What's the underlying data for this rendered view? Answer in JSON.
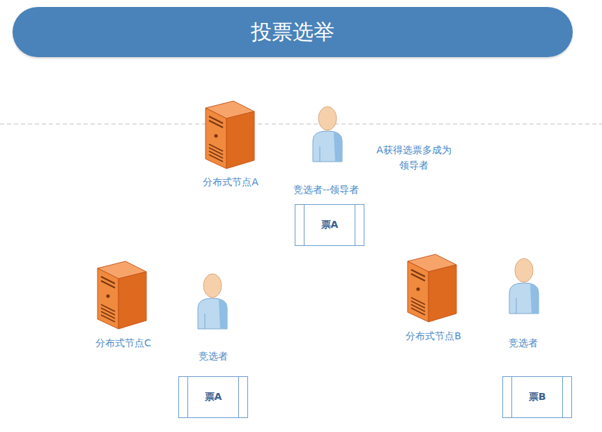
{
  "diagram": {
    "title": "投票选举",
    "nodes": [
      {
        "text": [
          "票A"
        ]
      },
      {
        "text": [
          "票A"
        ]
      },
      {
        "text": [
          "票B"
        ]
      }
    ],
    "labels": [
      "分布式节点A",
      "竞选者--领导者",
      "A获得选票多成为 领导者",
      "分布式节点C",
      "竞选者",
      "分布式节点B",
      "竞选者"
    ]
  }
}
